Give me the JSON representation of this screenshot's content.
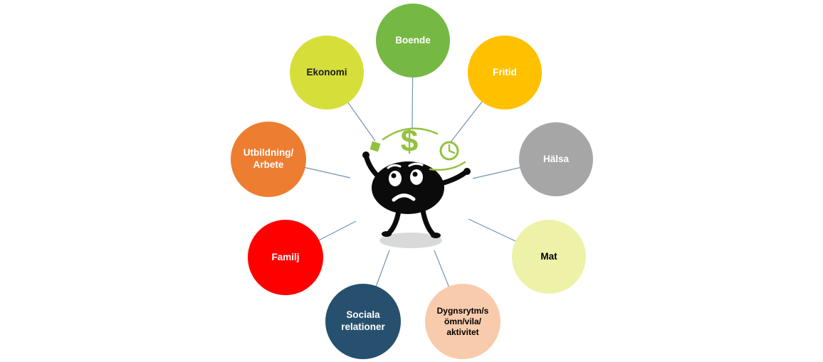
{
  "diagram": {
    "description": "Life areas mind map around a stressed cartoon figure juggling money and time",
    "center_figure": "stressed-character-with-dollar-and-clock",
    "nodes": [
      {
        "id": "boende",
        "label": "Boende",
        "color": "#76B844",
        "text_color": "#FFFFFF"
      },
      {
        "id": "fritid",
        "label": "Fritid",
        "color": "#FFC000",
        "text_color": "#FFFFFF"
      },
      {
        "id": "halsa",
        "label": "Hälsa",
        "color": "#A6A6A6",
        "text_color": "#FFFFFF"
      },
      {
        "id": "mat",
        "label": "Mat",
        "color": "#EEF2A8",
        "text_color": "#000000"
      },
      {
        "id": "dygnsrytm",
        "label": "Dygnsrytm/s\nömn/vila/\naktivitet",
        "color": "#F8CBAD",
        "text_color": "#000000"
      },
      {
        "id": "sociala",
        "label": "Sociala\nrelationer",
        "color": "#27506F",
        "text_color": "#FFFFFF"
      },
      {
        "id": "familj",
        "label": "Familj",
        "color": "#FF0000",
        "text_color": "#FFFFFF"
      },
      {
        "id": "utbildning",
        "label": "Utbildning/\nArbete",
        "color": "#ED7D31",
        "text_color": "#FFFFFF"
      },
      {
        "id": "ekonomi",
        "label": "Ekonomi",
        "color": "#D6DF3A",
        "text_color": "#1A1A1A"
      }
    ],
    "icons": {
      "dollar_glyph": "$"
    }
  },
  "colors": {
    "connector-color": "#6F94B5",
    "icon-green": "#94C13D",
    "background": "#FFFFFF"
  }
}
